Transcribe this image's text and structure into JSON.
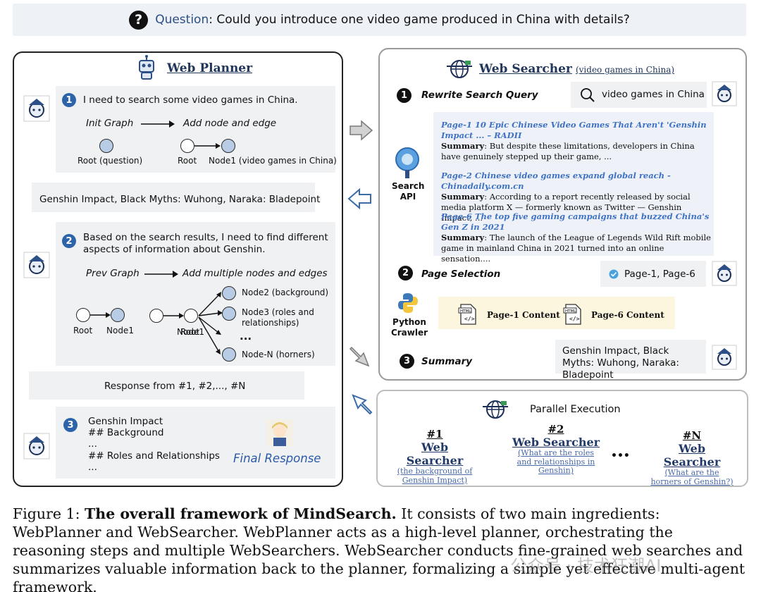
{
  "question": {
    "label": "Question",
    "text": ": Could you introduce one video game produced in China with details?"
  },
  "planner": {
    "title": "Web Planner",
    "step1": {
      "text": "I need to search some video games in China.",
      "left": "Init Graph",
      "right": "Add node and edge",
      "root_q": "Root (question)",
      "root": "Root",
      "node1": "Node1 (video games in China)"
    },
    "result1": "Genshin Impact, Black Myths: Wuhong, Naraka: Bladepoint",
    "step2": {
      "text": "Based on the search results, I need to find different aspects of information about Genshin.",
      "left": "Prev Graph",
      "right": "Add multiple nodes and edges",
      "root": "Root",
      "node1": "Node1",
      "node2": "Node2 (background)",
      "node3": "Node3 (roles and relationships)",
      "dots": "...",
      "nodeN": "Node-N (horners)"
    },
    "response": "Response from #1, #2,..., #N",
    "step3": {
      "line1": "Genshin Impact",
      "line2": "## Background",
      "line3": "...",
      "line4": "## Roles and Relationships",
      "line5": "...",
      "final": "Final Response"
    }
  },
  "searcher": {
    "title": "Web Searcher",
    "title_sub": "(video games in China)",
    "step1_label": "Rewrite Search Query",
    "query": "video games in China",
    "api_label": "Search API",
    "results": [
      {
        "title": "Page-1 10 Epic Chinese Video Games That Aren't 'Genshin Impact ... – RADII",
        "summary_label": "Summary",
        "summary": ": But despite these limitations, developers in China have genuinely stepped up their game, ..."
      },
      {
        "title": "Page-2 Chinese video games expand global reach - Chinadaily.com.cn",
        "summary_label": "Summary",
        "summary": ": According to a report recently released by social media platform X — formerly known as Twitter — Genshin Impact, ..."
      },
      {
        "title": "Page-6 The top five gaming campaigns that buzzed China's Gen Z in 2021",
        "summary_label": "Summary",
        "summary": ": The launch of the League of Legends Wild Rift mobile game in mainland China in 2021 turned into an online sensation...."
      }
    ],
    "step2_label": "Page Selection",
    "selected": "Page-1, Page-6",
    "crawler_label": "Python Crawler",
    "content1": "Page-1 Content",
    "content2": "Page-6 Content",
    "step3_label": "Summary",
    "summary": "Genshin Impact, Black Myths: Wuhong, Naraka: Bladepoint"
  },
  "parallel": {
    "title": "Parallel Execution",
    "items": [
      {
        "num": "#1",
        "title": "Web Searcher",
        "sub": "(the background of Genshin Impact)"
      },
      {
        "num": "#2",
        "title": "Web Searcher",
        "sub": "(What are the roles and relationships in Genshin)"
      },
      {
        "num": "#N",
        "title": "Web Searcher",
        "sub": "(What are the horners of Genshin?)"
      }
    ],
    "dots": "•••"
  },
  "caption": {
    "fig": "Figure 1: ",
    "bold": "The overall framework of MindSearch.",
    "rest": " It consists of two main ingredients: WebPlanner and WebSearcher. WebPlanner acts as a high-level planner, orchestrating the reasoning steps and multiple WebSearchers. WebSearcher conducts fine-grained web searches and summarizes valuable information back to the planner, formalizing a simple yet effective multi-agent framework."
  },
  "watermark": "公众号 · 技术狂潮AI"
}
